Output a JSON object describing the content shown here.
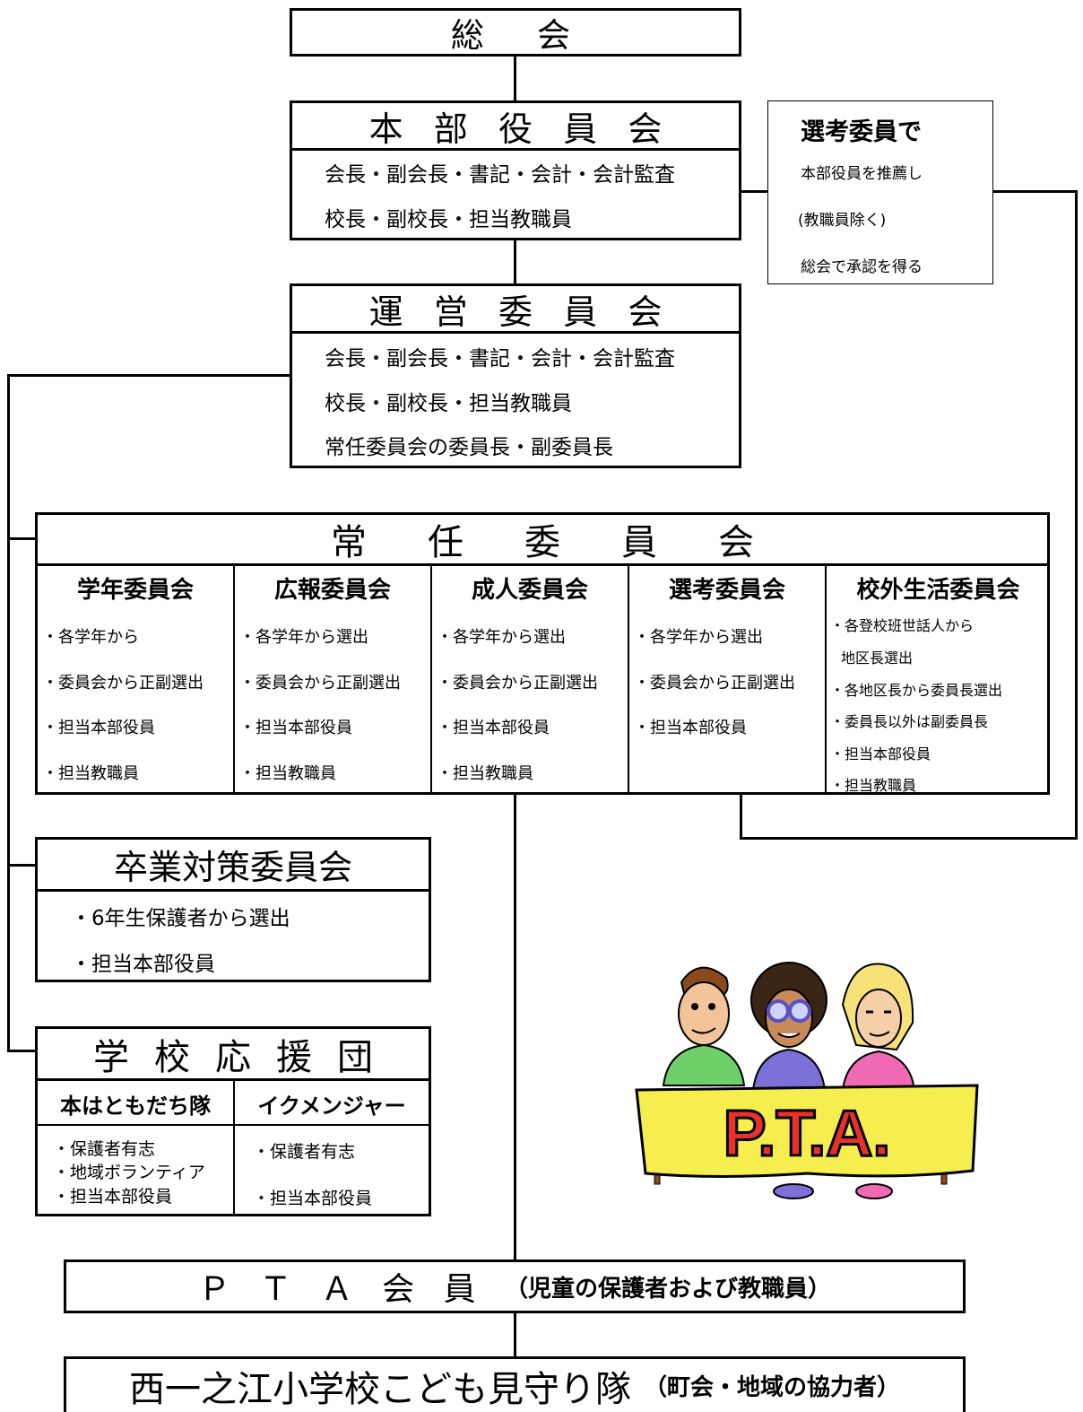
{
  "general_meeting": {
    "title": "総　会"
  },
  "headquarters": {
    "title": "本部役員会",
    "lines": [
      "会長・副会長・書記・会計・会計監査",
      "校長・副校長・担当教職員"
    ]
  },
  "selection_note": {
    "title": "選考委員で",
    "lines": [
      "本部役員を推薦し",
      "(教職員除く)",
      "総会で承認を得る"
    ]
  },
  "steering": {
    "title": "運営委員会",
    "lines": [
      "会長・副会長・書記・会計・会計監査",
      "校長・副校長・担当教職員",
      "常任委員会の委員長・副委員長"
    ]
  },
  "standing": {
    "title": "常任委員会",
    "columns": [
      {
        "name": "学年委員会",
        "items": [
          "・各学年から",
          "・委員会から正副選出",
          "・担当本部役員",
          "・担当教職員"
        ]
      },
      {
        "name": "広報委員会",
        "items": [
          "・各学年から選出",
          "・委員会から正副選出",
          "・担当本部役員",
          "・担当教職員"
        ]
      },
      {
        "name": "成人委員会",
        "items": [
          "・各学年から選出",
          "・委員会から正副選出",
          "・担当本部役員",
          "・担当教職員"
        ]
      },
      {
        "name": "選考委員会",
        "items": [
          "・各学年から選出",
          "・委員会から正副選出",
          "・担当本部役員"
        ]
      },
      {
        "name": "校外生活委員会",
        "items": [
          "・各登校班世話人から",
          "地区長選出",
          "・各地区長から委員長選出",
          "・委員長以外は副委員長",
          "・担当本部役員",
          "・担当教職員"
        ]
      }
    ]
  },
  "graduation": {
    "title": "卒業対策委員会",
    "lines": [
      "・6年生保護者から選出",
      "・担当本部役員"
    ]
  },
  "support": {
    "title": "学校応援団",
    "columns": [
      {
        "name": "本はともだち隊",
        "items": [
          "・保護者有志",
          "・地域ボランティア",
          "・担当本部役員"
        ]
      },
      {
        "name": "イクメンジャー",
        "items": [
          "・保護者有志",
          "・担当本部役員"
        ]
      }
    ]
  },
  "members": {
    "title": "ＰＴＡ会員",
    "note": "（児童の保護者および教職員）"
  },
  "watch": {
    "title": "西一之江小学校こども見守り隊",
    "note": "（町会・地域の協力者）"
  },
  "illustration": {
    "sign_text": "P.T.A.",
    "colors": {
      "sign": "#f5ee4e",
      "letters": "#e8312a",
      "woman1": "#7b6fd8",
      "woman2": "#f06ab3",
      "man": "#6fd06a"
    }
  }
}
